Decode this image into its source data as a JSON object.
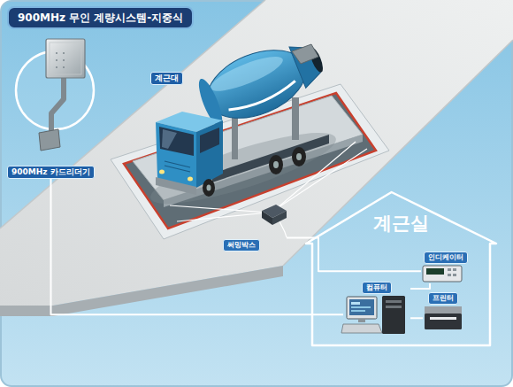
{
  "diagram": {
    "title": "900MHz 무인 계량시스템-지중식",
    "nodes": [
      {
        "text": [
          "계근대"
        ]
      },
      {
        "text": [
          "900MHz 카드리더기"
        ]
      },
      {
        "text": [
          "써밍박스"
        ]
      },
      {
        "text": [
          "계근실"
        ]
      },
      {
        "text": [
          "인디케이터"
        ],
        "in": 3
      },
      {
        "text": [
          "컴퓨터"
        ],
        "in": 3
      },
      {
        "text": [
          "프린터"
        ],
        "in": 3
      }
    ],
    "edges": [
      {
        "from": 1,
        "to": 5,
        "arrow": "none"
      },
      {
        "from": 2,
        "to": 4,
        "arrow": "none"
      },
      {
        "from": 4,
        "to": 5,
        "arrow": "none"
      },
      {
        "from": 5,
        "to": 6,
        "arrow": "none"
      }
    ]
  }
}
